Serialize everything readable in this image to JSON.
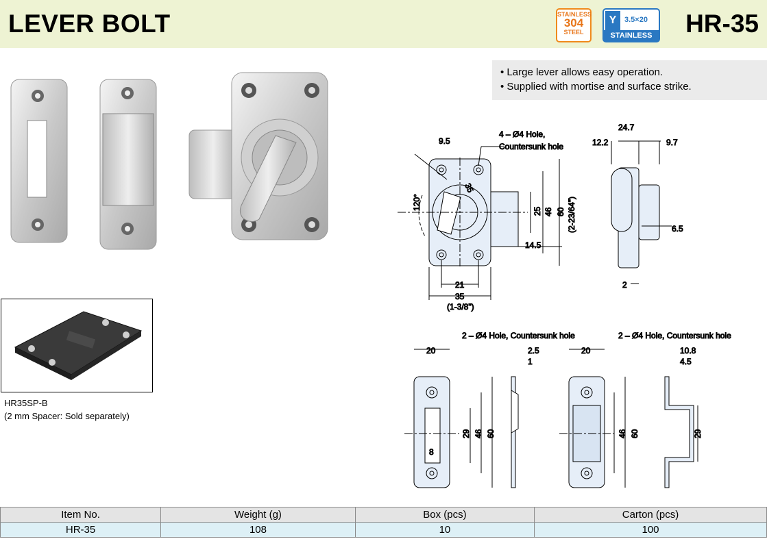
{
  "header": {
    "title": "LEVER BOLT",
    "model": "HR-35"
  },
  "badges": {
    "material": {
      "top": "STAINLESS",
      "number": "304",
      "bottom": "STEEL"
    },
    "screw": {
      "size": "3.5×20",
      "label": "STAINLESS"
    }
  },
  "features": [
    "• Large lever allows easy operation.",
    "• Supplied with mortise and surface strike."
  ],
  "spacer": {
    "line1": "HR35SP-B",
    "line2": "(2 mm Spacer: Sold separately)"
  },
  "drawing_labels": {
    "d9_5": "9.5",
    "hole4": "4 – Ø4 Hole,",
    "countersunk": "Countersunk hole",
    "d35_diag": "35",
    "d120": "120°",
    "d25": "25",
    "d46": "46",
    "d60": "60",
    "d60in": "(2-23/64\")",
    "d14_5": "14.5",
    "d21": "21",
    "d35": "35",
    "d35in": "(1-3/8\")",
    "d24_7": "24.7",
    "d12_2": "12.2",
    "d9_7": "9.7",
    "d6_5": "6.5",
    "d2": "2",
    "hole2a": "2 – Ø4 Hole, Countersunk hole",
    "hole2b": "2 – Ø4 Hole, Countersunk hole",
    "d20a": "20",
    "d2_5": "2.5",
    "d1": "1",
    "d29a": "29",
    "d46a": "46",
    "d60a": "60",
    "d8": "8",
    "d20b": "20",
    "d10_8": "10.8",
    "d4_5": "4.5",
    "d46b": "46",
    "d60b": "60",
    "d29b": "29"
  },
  "table": {
    "headers": [
      "Item No.",
      "Weight (g)",
      "Box (pcs)",
      "Carton (pcs)"
    ],
    "row": [
      "HR-35",
      "108",
      "10",
      "100"
    ]
  }
}
